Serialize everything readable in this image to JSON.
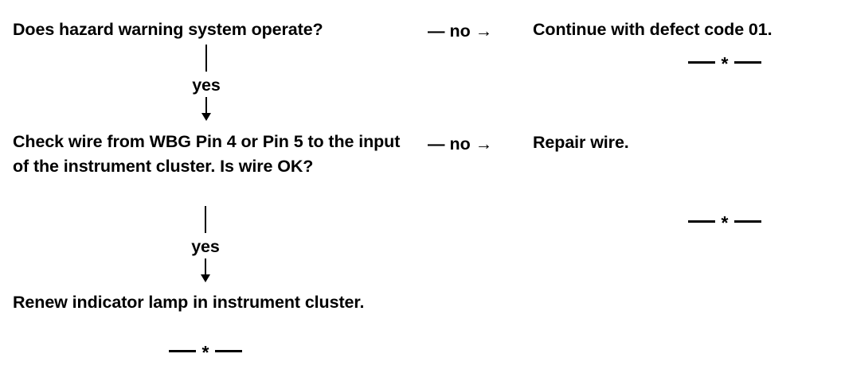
{
  "document": {
    "type": "troubleshooting-flowchart",
    "background_color": "#ffffff",
    "text_color": "#000000"
  },
  "steps": [
    {
      "id": "step-1",
      "prompt": "Does hazard warning system operate?",
      "no_label": "— no →",
      "no_outcome": "Continue with defect code 01.",
      "yes_label": "yes"
    },
    {
      "id": "step-2",
      "prompt": "Check wire from WBG Pin 4 or Pin 5 to the input of the instrument cluster. Is wire OK?",
      "no_label": "— no →",
      "no_outcome": "Repair wire.",
      "yes_label": "yes"
    },
    {
      "id": "step-3",
      "prompt": "Renew indicator lamp in instrument cluster."
    }
  ],
  "separators": {
    "star": "*",
    "count": 3
  }
}
